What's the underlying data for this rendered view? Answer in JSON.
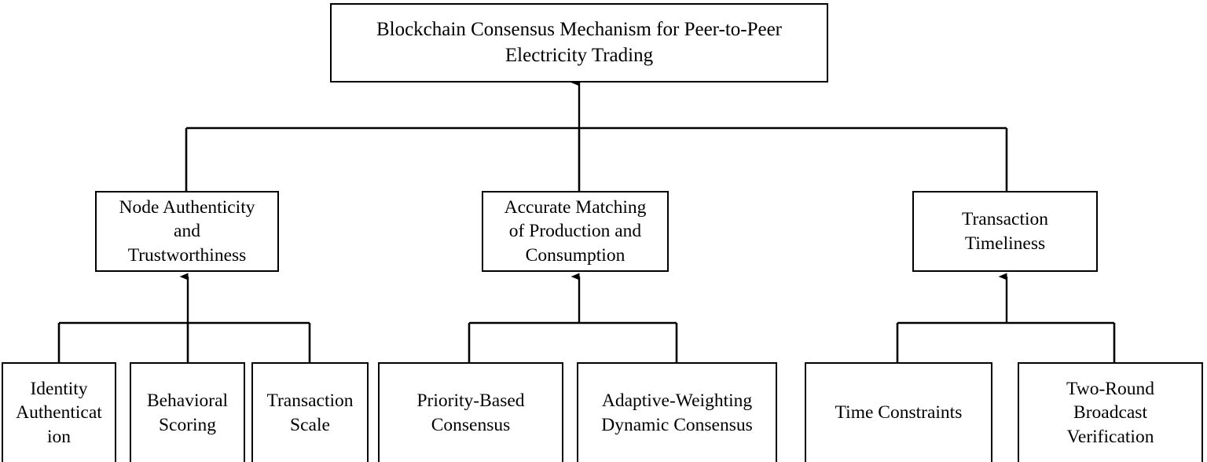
{
  "diagram": {
    "type": "hierarchy-tree",
    "orientation": "bottom-up-arrows",
    "tiers": 3,
    "colors": {
      "background": "#ffffff",
      "box_border": "#000000",
      "box_fill": "#ffffff",
      "connector": "#000000",
      "text": "#000000"
    },
    "root": {
      "id": "root",
      "label": "Blockchain Consensus Mechanism for Peer-to-Peer\nElectricity Trading"
    },
    "branches": [
      {
        "id": "branch-node-authenticity",
        "label": "Node Authenticity\nand\nTrustworthiness",
        "leaves": [
          {
            "id": "leaf-identity-authentication",
            "label": "Identity\nAuthenticat\nion"
          },
          {
            "id": "leaf-behavioral-scoring",
            "label": "Behavioral\nScoring"
          },
          {
            "id": "leaf-transaction-scale",
            "label": "Transaction\nScale"
          }
        ]
      },
      {
        "id": "branch-accurate-matching",
        "label": "Accurate Matching\nof Production and\nConsumption",
        "leaves": [
          {
            "id": "leaf-priority-based-consensus",
            "label": "Priority-Based\nConsensus"
          },
          {
            "id": "leaf-adaptive-weighting-dynamic-consensus",
            "label": "Adaptive-Weighting\nDynamic Consensus"
          }
        ]
      },
      {
        "id": "branch-transaction-timeliness",
        "label": "Transaction\nTimeliness",
        "leaves": [
          {
            "id": "leaf-time-constraints",
            "label": "Time Constraints"
          },
          {
            "id": "leaf-two-round-broadcast-verification",
            "label": "Two-Round\nBroadcast\nVerification"
          }
        ]
      }
    ]
  }
}
